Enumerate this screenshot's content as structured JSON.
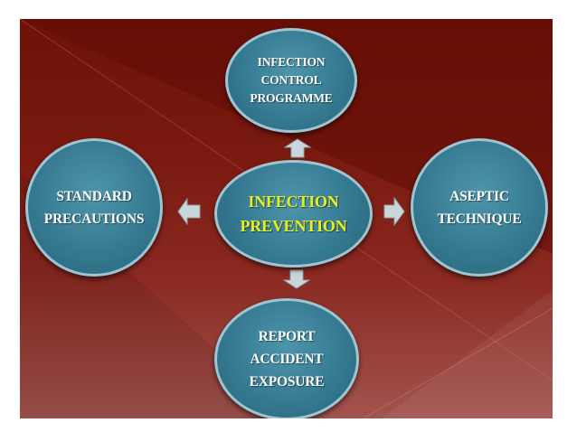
{
  "diagram": {
    "center": {
      "line1": "INFECTION",
      "line2": "PREVENTION"
    },
    "top": {
      "line1": "INFECTION",
      "line2": "CONTROL",
      "line3": "PROGRAMME"
    },
    "left": {
      "line1": "STANDARD",
      "line2": "PRECAUTIONS"
    },
    "right": {
      "line1": "ASEPTIC",
      "line2": "TECHNIQUE"
    },
    "bottom": {
      "line1": "REPORT",
      "line2": "ACCIDENT",
      "line3": "EXPOSURE"
    }
  },
  "colors": {
    "background": "#7a1a10",
    "node_fill": "#34788f",
    "node_border": "#9fc4d2",
    "center_text": "#e8f020",
    "node_text": "#ffffff",
    "arrow": "#c9d6dc"
  }
}
